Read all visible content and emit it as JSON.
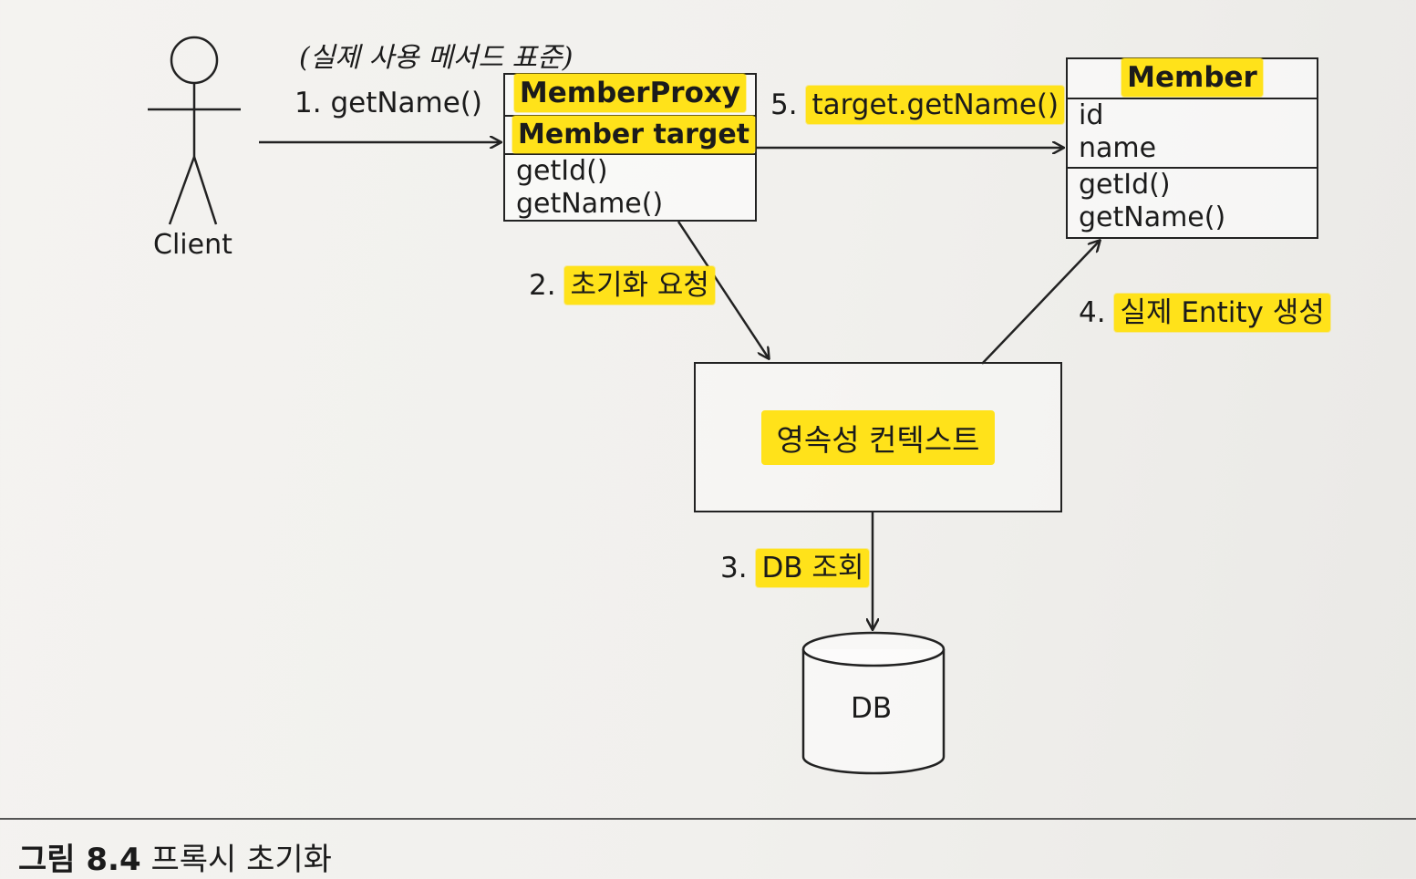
{
  "client": {
    "label": "Client"
  },
  "note": "(실제 사용 메서드 표준)",
  "member_proxy": {
    "title": "MemberProxy",
    "field": "Member target",
    "methods": [
      "getId()",
      "getName()"
    ]
  },
  "member": {
    "title": "Member",
    "fields": [
      "id",
      "name"
    ],
    "methods": [
      "getId()",
      "getName()"
    ]
  },
  "persistence_context": {
    "label": "영속성 컨텍스트"
  },
  "db": {
    "label": "DB"
  },
  "steps": {
    "s1": {
      "num": "1.",
      "text": "getName()"
    },
    "s2": {
      "num": "2.",
      "text": "초기화 요청"
    },
    "s3": {
      "num": "3.",
      "text": "DB 조회"
    },
    "s4": {
      "num": "4.",
      "text": "실제 Entity 생성"
    },
    "s5": {
      "num": "5.",
      "text": "target.getName()"
    }
  },
  "caption": {
    "figure": "그림 8.4",
    "text": "프록시 초기화"
  },
  "colors": {
    "highlight": "#ffe21a",
    "ink": "#222222"
  }
}
